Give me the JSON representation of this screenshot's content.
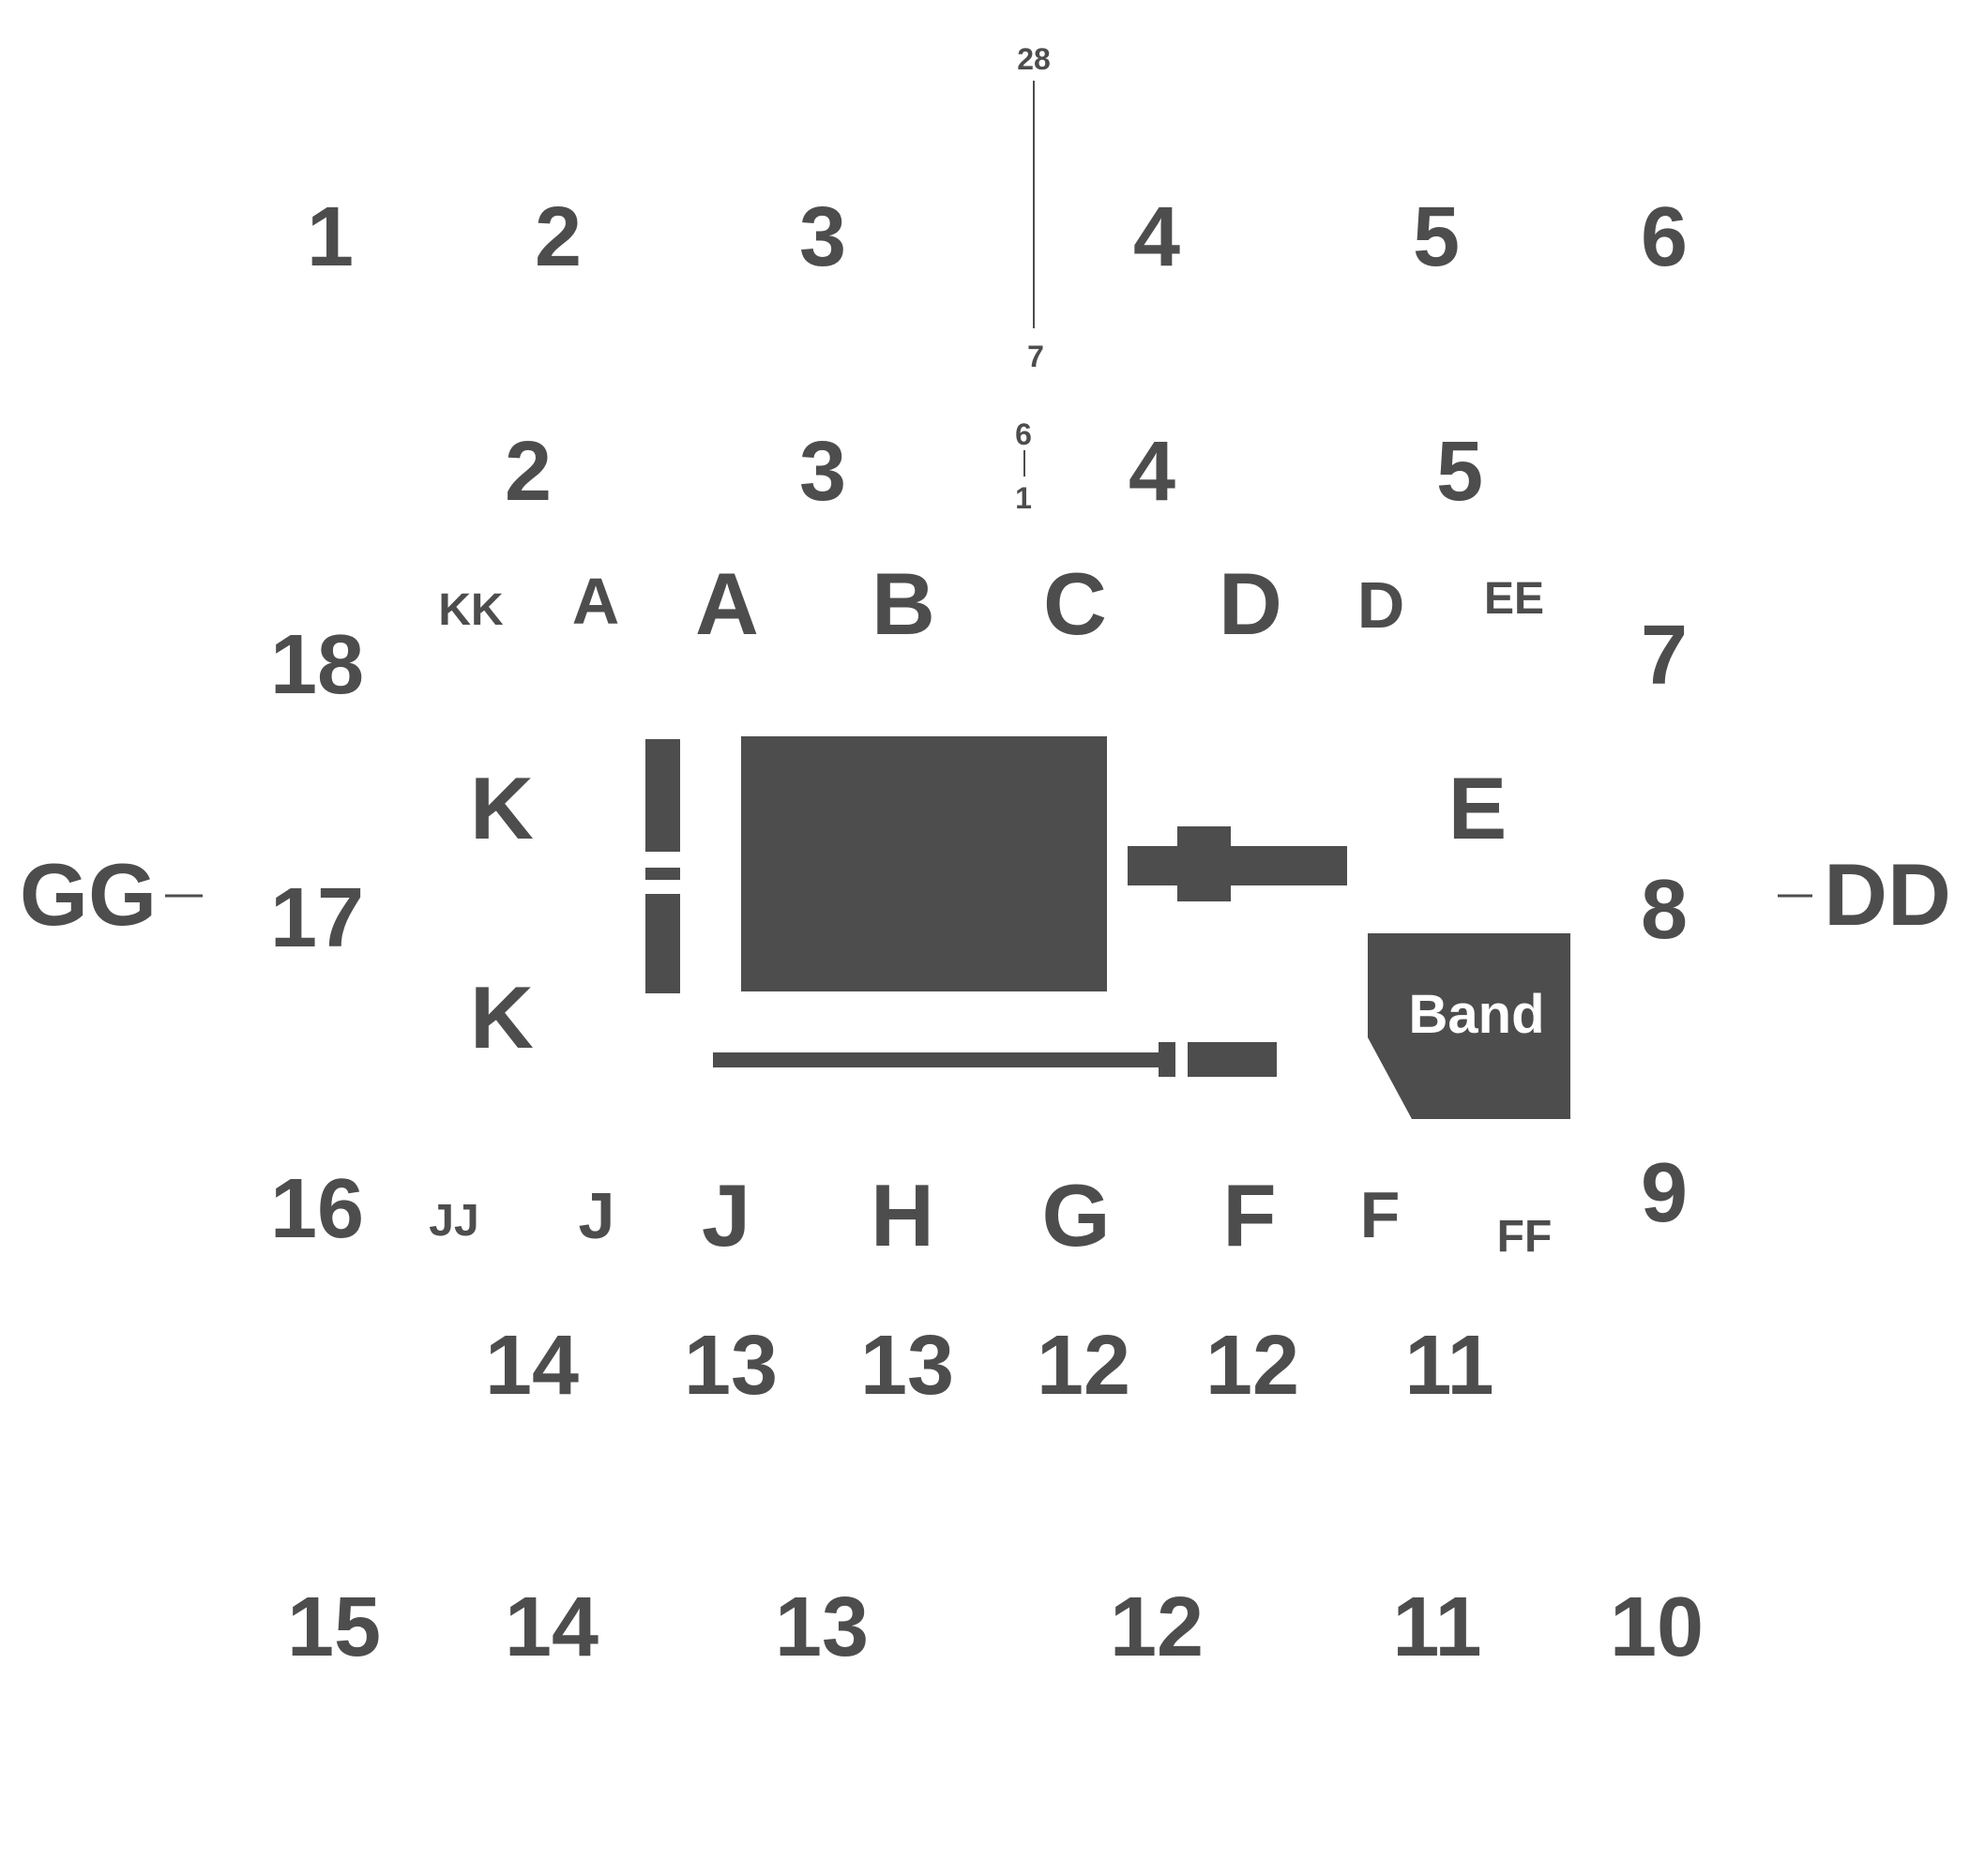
{
  "colors": {
    "mark": "#4d4d4d",
    "background": "#ffffff",
    "band_text": "#ffffff"
  },
  "map": {
    "upper_top": {
      "section_1": "1",
      "section_2": "2",
      "section_3": "3",
      "section_4": "4",
      "section_5": "5",
      "section_6": "6"
    },
    "upper_top_aisle": {
      "start": "28",
      "end": "7"
    },
    "lower_top": {
      "section_2": "2",
      "section_3": "3",
      "section_4": "4",
      "section_5": "5"
    },
    "lower_top_aisle": {
      "start": "6",
      "end": "1"
    },
    "floor_top": {
      "kk": "KK",
      "a_small": "A",
      "a": "A",
      "b": "B",
      "c": "C",
      "d": "D",
      "d_small": "D",
      "ee": "EE"
    },
    "floor_middle": {
      "k_upper": "K",
      "k_lower": "K",
      "e": "E"
    },
    "floor_bottom": {
      "jj": "JJ",
      "j_small": "J",
      "j": "J",
      "h": "H",
      "g": "G",
      "f": "F",
      "f_small": "F",
      "ff": "FF"
    },
    "left_sections": {
      "s18": "18",
      "s17": "17",
      "s16": "16"
    },
    "right_sections": {
      "s7": "7",
      "s8": "8",
      "s9": "9"
    },
    "left_end": "GG",
    "right_end": "DD",
    "lower_bottom": {
      "s14": "14",
      "s13a": "13",
      "s13b": "13",
      "s12a": "12",
      "s12b": "12",
      "s11": "11"
    },
    "upper_bottom": {
      "s15": "15",
      "s14": "14",
      "s13": "13",
      "s12": "12",
      "s11": "11",
      "s10": "10"
    },
    "band": "Band"
  }
}
